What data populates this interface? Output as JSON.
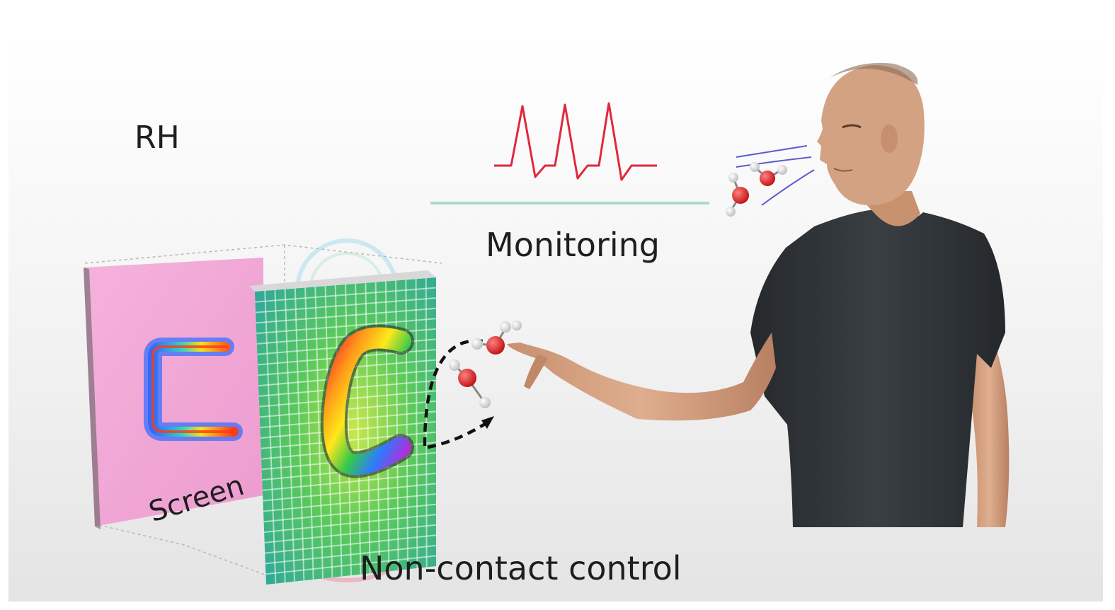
{
  "labels": {
    "rh": "RH",
    "monitoring": "Monitoring",
    "screen": "Screen",
    "non_contact_control": "Non-contact control"
  },
  "colors": {
    "background_top": "#ffffff",
    "background_mid": "#f2f2f2",
    "background_bottom": "#e6e6e6",
    "signal_trace": "#e0283c",
    "baseline": "#a8dcc4",
    "airflow_lines": "#5050c8",
    "screen_back_panel": "#f0a8d8",
    "screen_grid_panel": "#4cc47a",
    "grid_cells": "#3fb8a0",
    "oxygen_atom": "#d81e1e",
    "hydrogen_atom": "#f4f4f4",
    "shirt": "#2e3236",
    "skin": "#d6a586",
    "text": "#1e1e1e"
  },
  "icons": {
    "signal": "pulse-waveform-icon",
    "molecule": "water-molecule-icon",
    "letter_shape": "letter-c-pattern",
    "arrow": "dashed-curved-arrow-icon",
    "person": "person-illustration"
  }
}
